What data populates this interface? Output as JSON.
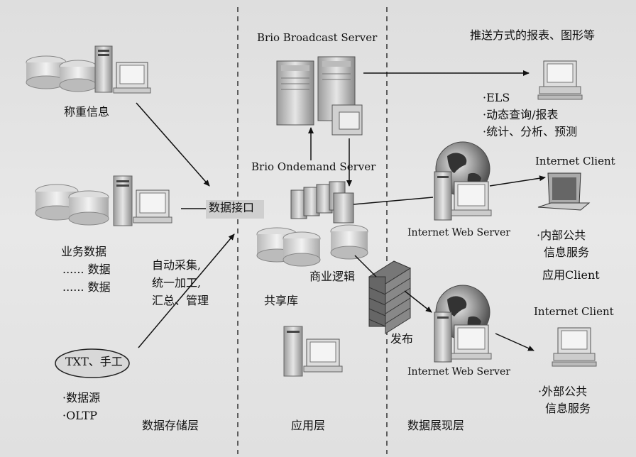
{
  "layers": {
    "storage": "数据存储层",
    "application": "应用层",
    "presentation": "数据展现层"
  },
  "sources": {
    "weighing": "称重信息",
    "business": [
      "业务数据",
      "...... 数据",
      "...... 数据"
    ],
    "txt": "TXT、手工",
    "origin": [
      "·数据源",
      "·OLTP"
    ]
  },
  "interface": {
    "label": "数据接口",
    "process": [
      "自动采集,",
      "统一加工,",
      "汇总、管理"
    ]
  },
  "app": {
    "broadcast_server": "Brio Broadcast Server",
    "ondemand_server": "Brio Ondemand Server",
    "shared_db": "共享库",
    "business_logic": "商业逻辑",
    "publish": "发布"
  },
  "presentation": {
    "push_title": "推送方式的报表、图形等",
    "push_items": [
      "·ELS",
      "·动态查询/报表",
      "·统计、分析、预测"
    ],
    "web_server_1": "Internet Web Server",
    "web_server_2": "Internet Web Server",
    "client_1": "Internet Client",
    "client_1_items": [
      "·内部公共",
      "信息服务"
    ],
    "app_client": "应用Client",
    "client_2": "Internet Client",
    "client_2_items": [
      "·外部公共",
      "信息服务"
    ]
  }
}
